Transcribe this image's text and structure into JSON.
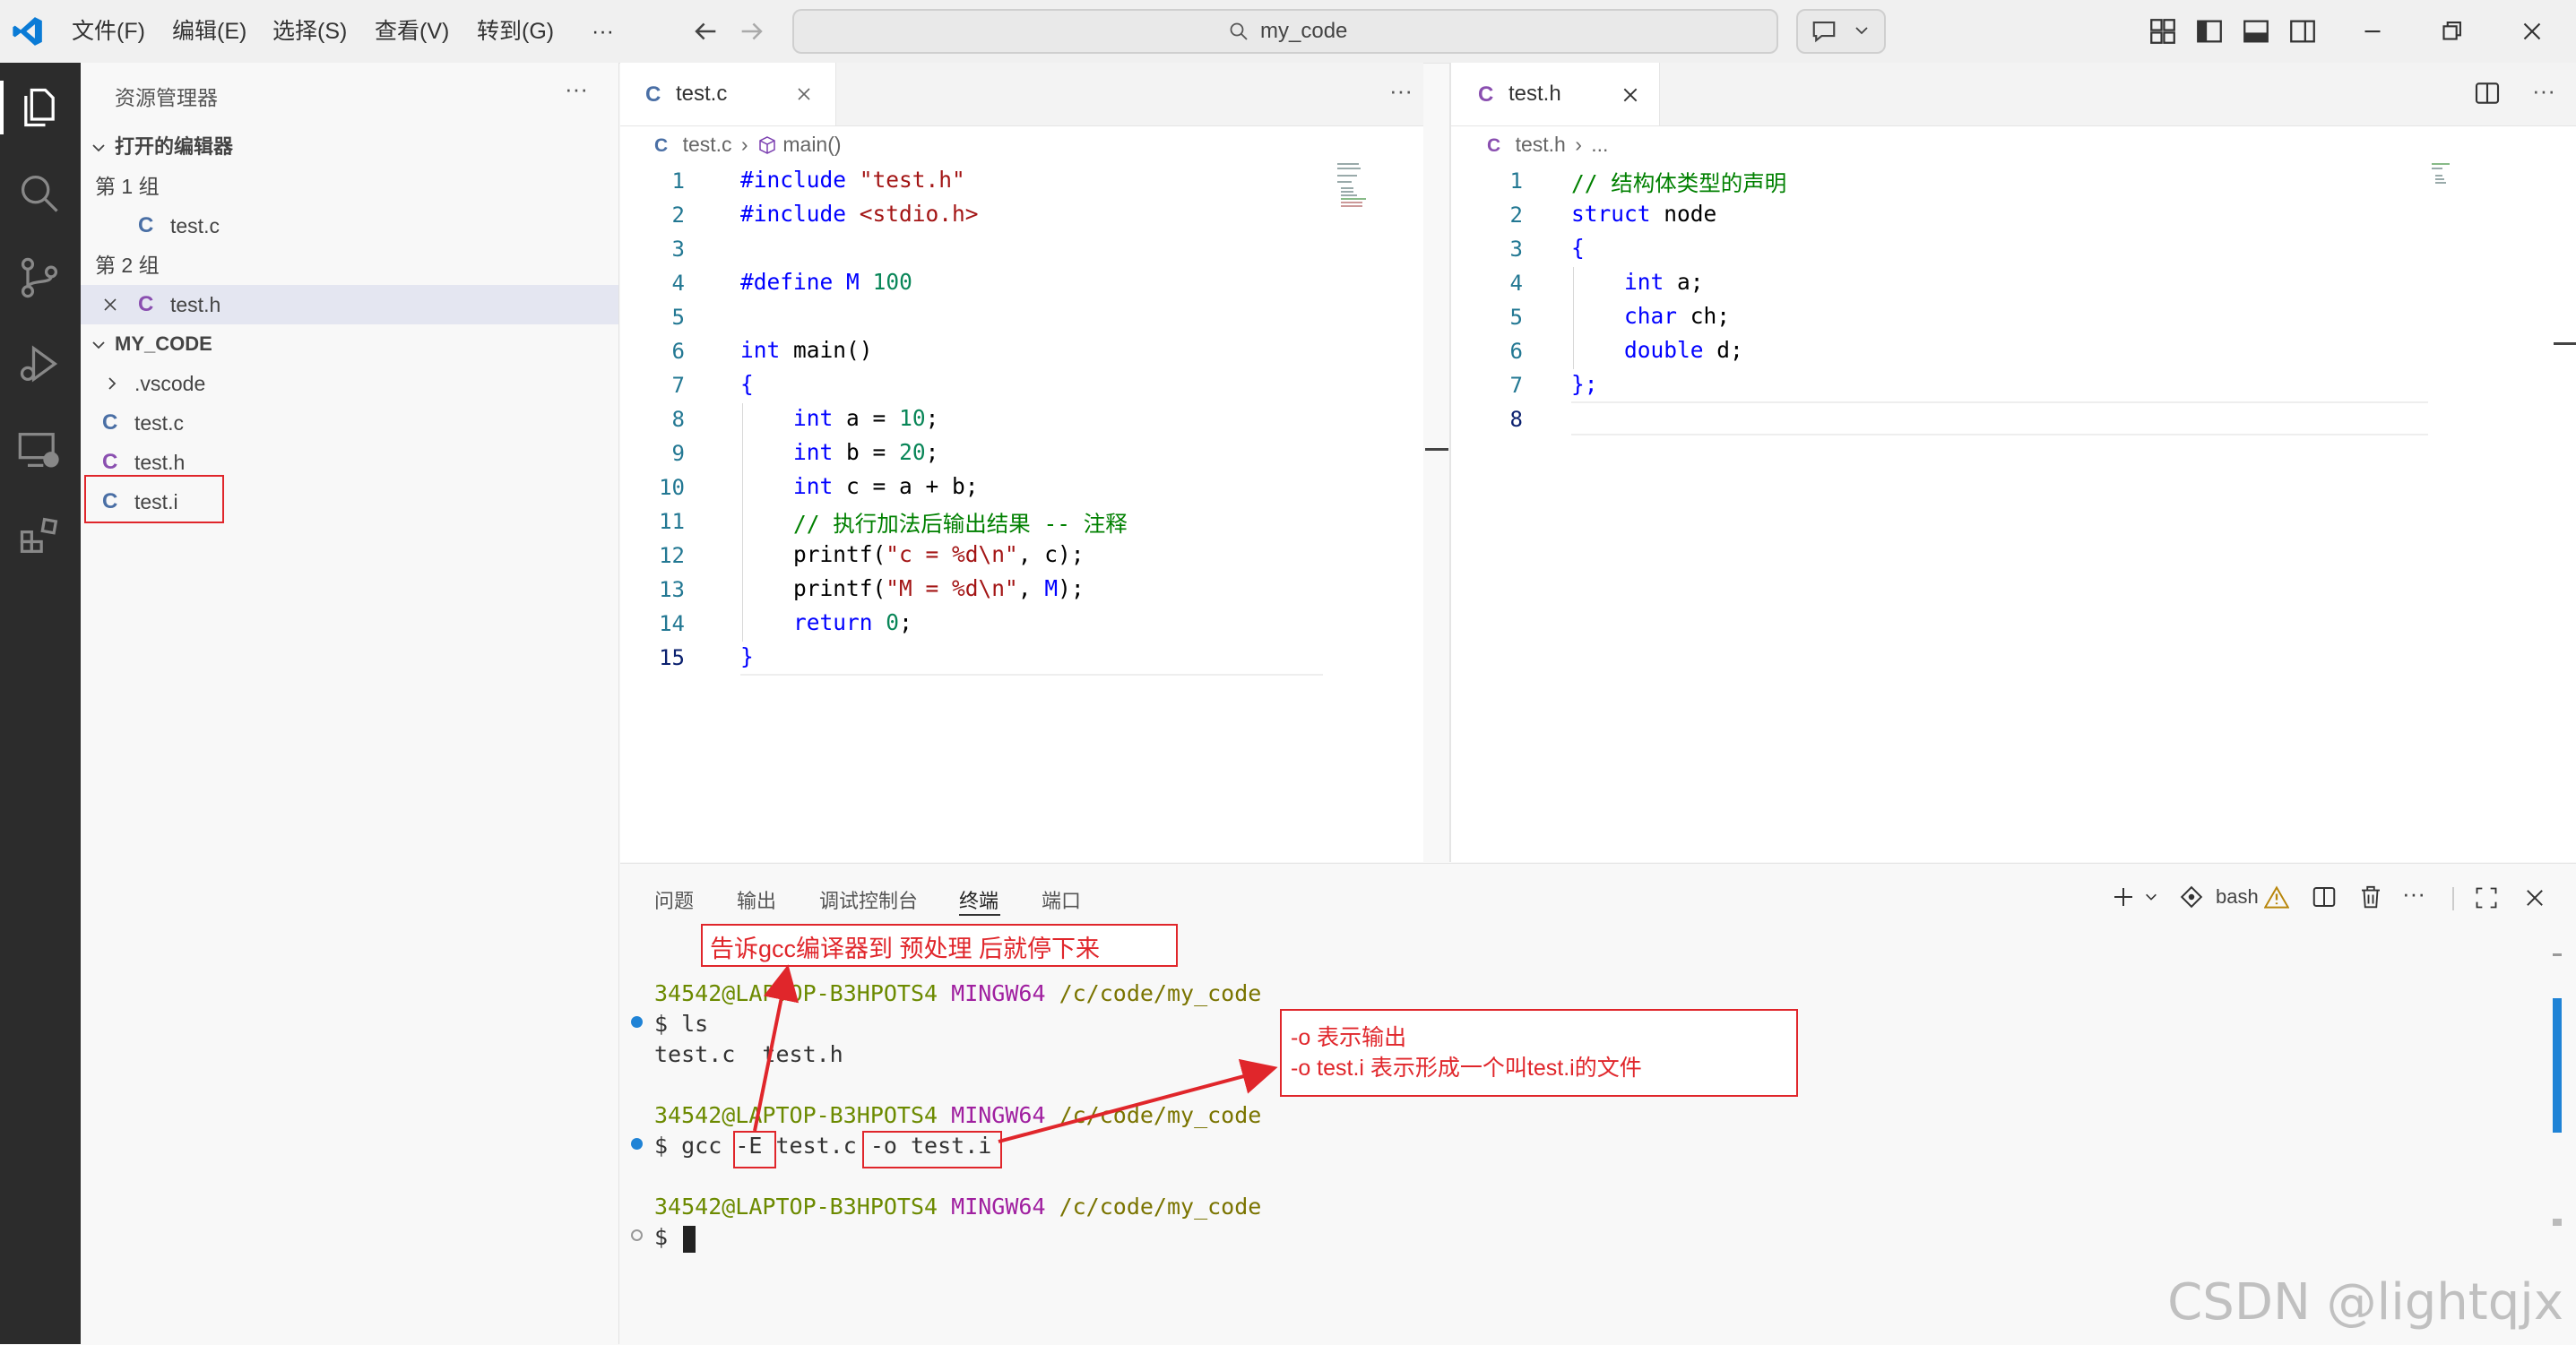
{
  "menu": [
    "文件(F)",
    "编辑(E)",
    "选择(S)",
    "查看(V)",
    "转到(G)",
    "···"
  ],
  "search": {
    "text": "my_code"
  },
  "sidebar": {
    "title": "资源管理器",
    "more": "···",
    "open_editors": "打开的编辑器",
    "group1": "第 1 组",
    "group1_file": "test.c",
    "group2": "第 2 组",
    "group2_file": "test.h",
    "folder": "MY_CODE",
    "items": [
      ".vscode",
      "test.c",
      "test.h",
      "test.i"
    ]
  },
  "editor1": {
    "tab": "test.c",
    "crumb_file": "test.c",
    "crumb_symbol": "main()",
    "more": "···",
    "lines": [
      "1",
      "2",
      "3",
      "4",
      "5",
      "6",
      "7",
      "8",
      "9",
      "10",
      "11",
      "12",
      "13",
      "14",
      "15"
    ]
  },
  "editor2": {
    "tab": "test.h",
    "crumb_file": "test.h",
    "crumb_rest": "...",
    "lines": [
      "1",
      "2",
      "3",
      "4",
      "5",
      "6",
      "7",
      "8"
    ]
  },
  "panel": {
    "tabs": [
      "问题",
      "输出",
      "调试控制台",
      "终端",
      "端口"
    ],
    "active_tab": "终端",
    "shell": "bash",
    "prompt_user": "34542@LAPTOP-B3HPOTS4",
    "prompt_env": "MINGW64",
    "prompt_path": "/c/code/my_code",
    "cmd1": "$ ls",
    "out1a": "test.c",
    "out1b": "test.h",
    "cmd2_prefix": "$ gcc ",
    "cmd2_flag": "-E",
    "cmd2_mid": " test.c ",
    "cmd2_out": "-o test.i",
    "cmd3": "$ "
  },
  "annotations": {
    "note1": "告诉gcc编译器到 预处理 后就停下来",
    "note2_line1": "-o 表示输出",
    "note2_line2": "-o test.i 表示形成一个叫test.i的文件"
  },
  "watermark": "CSDN @lightqjx",
  "colors": {
    "accent": "#0078d4",
    "annotation": "#e0262b"
  }
}
